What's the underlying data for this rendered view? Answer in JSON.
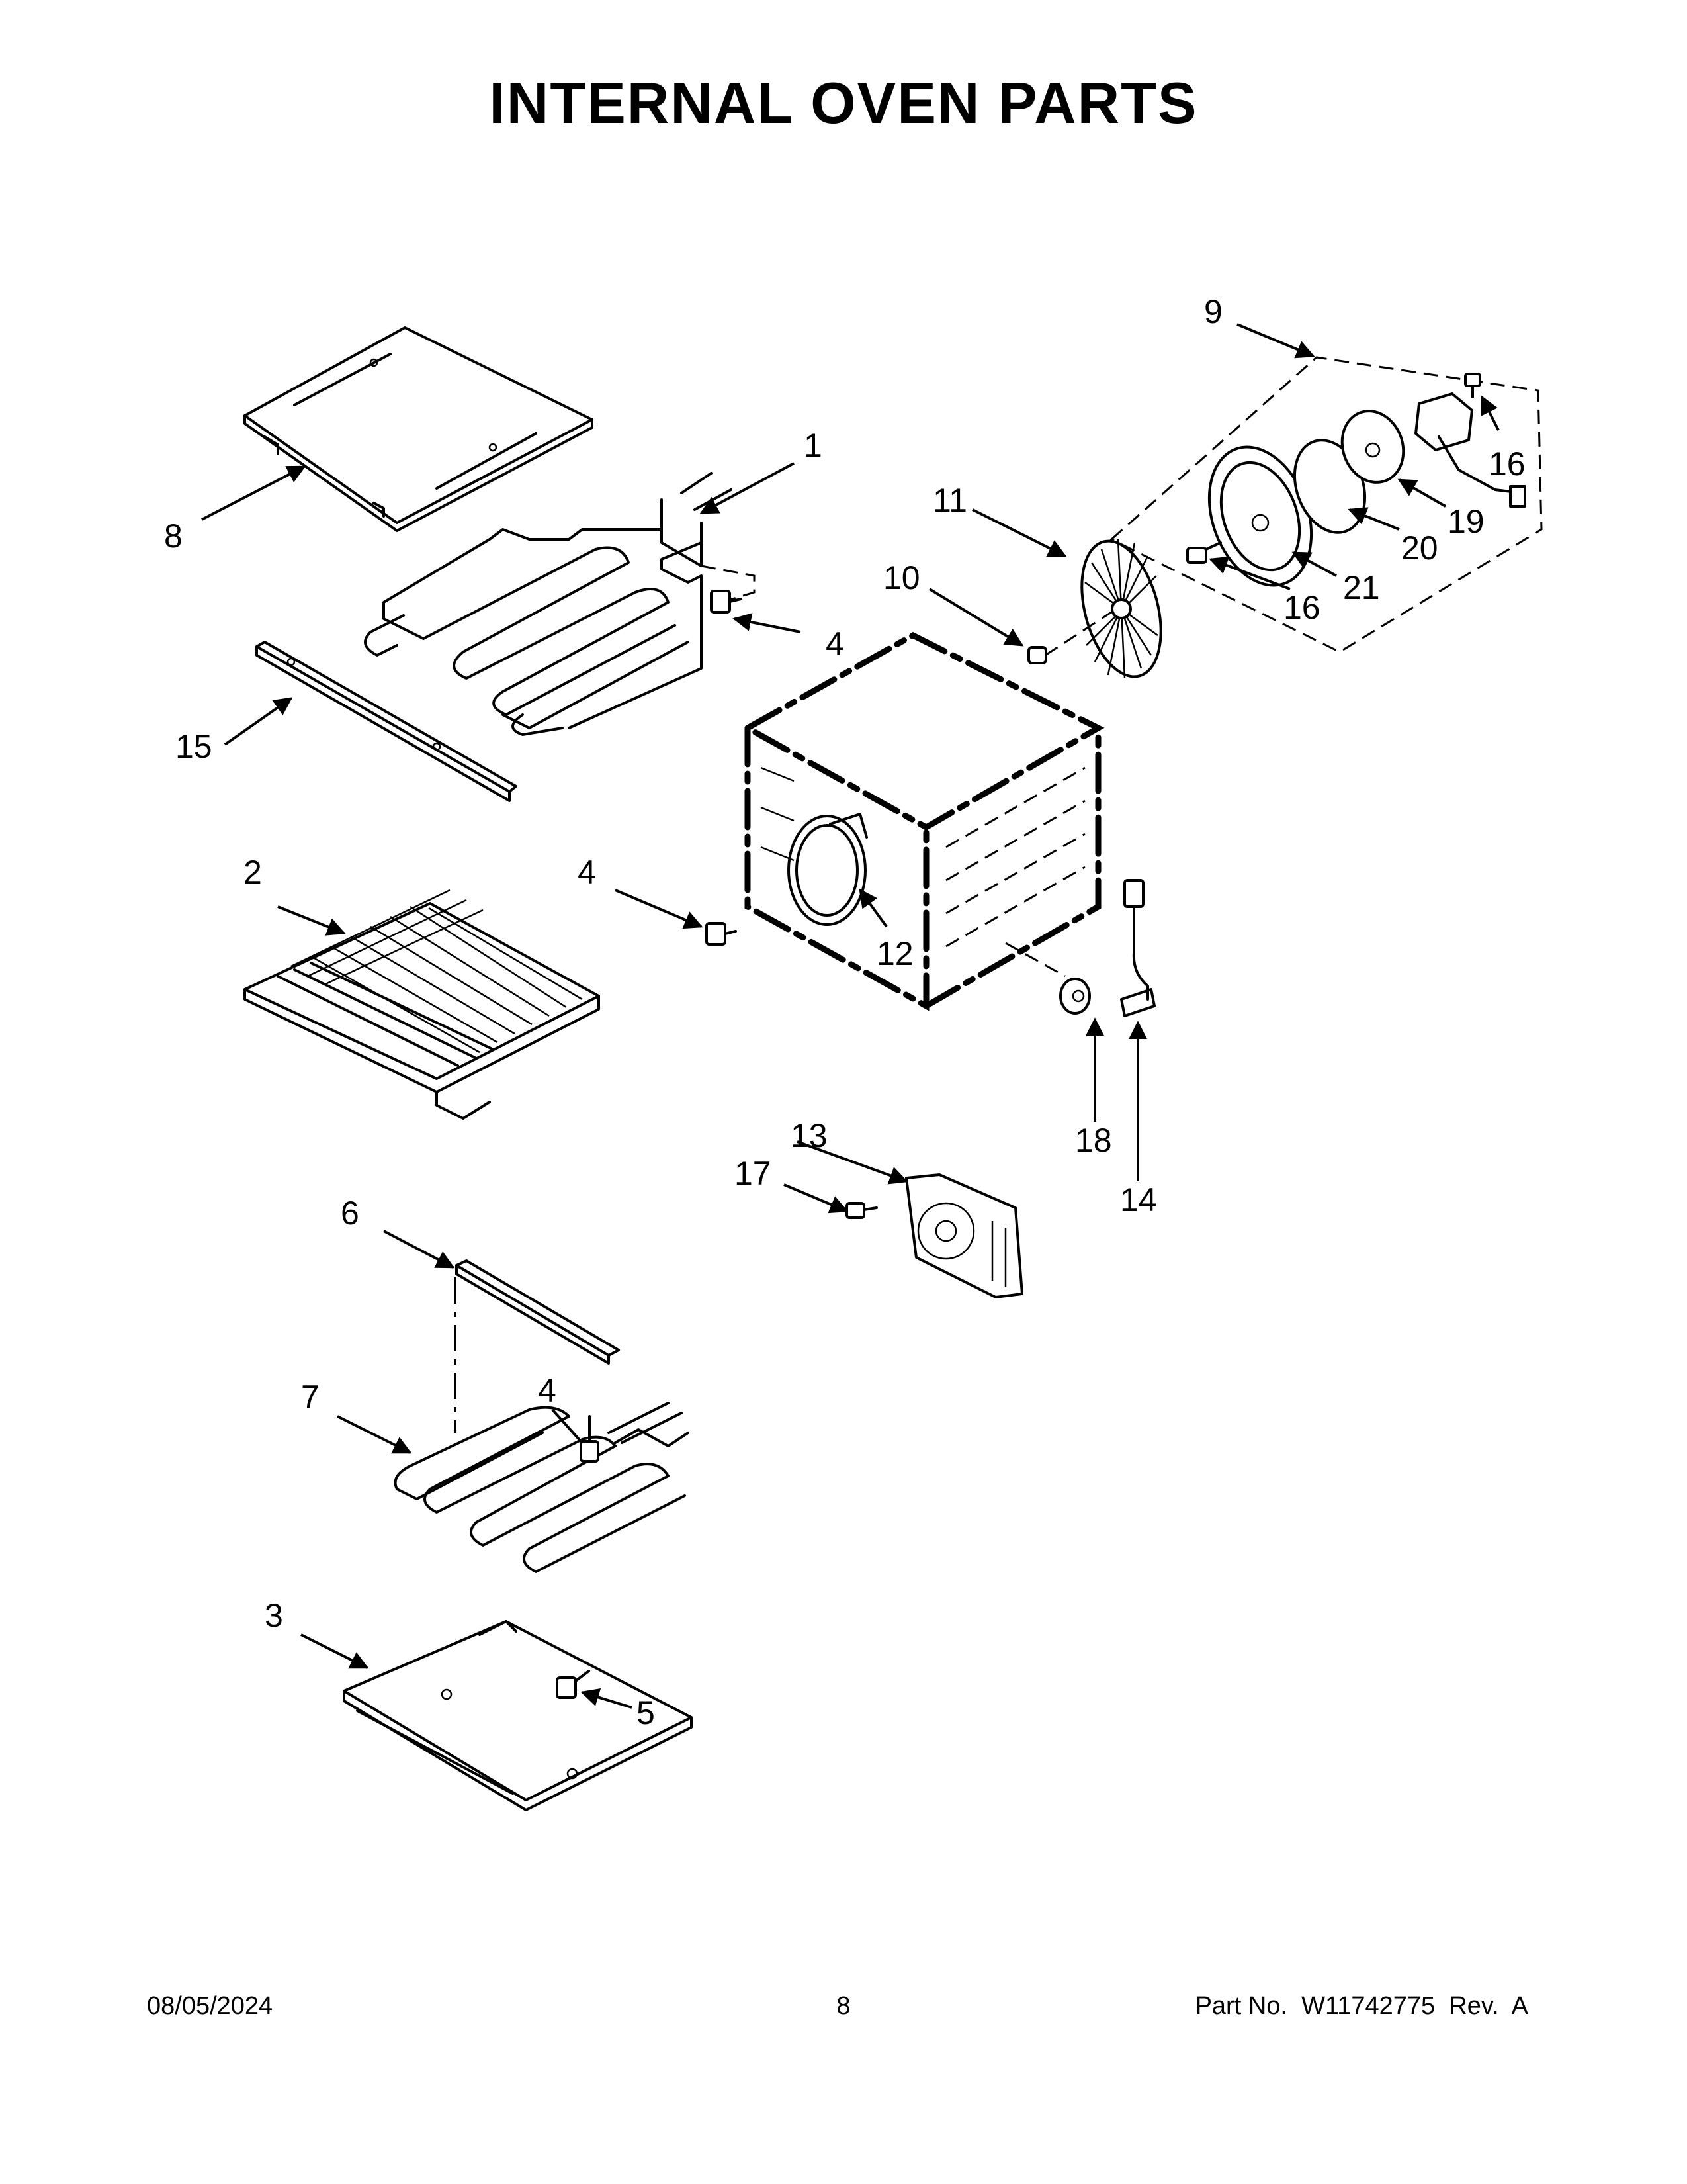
{
  "title": "INTERNAL OVEN PARTS",
  "footer": {
    "date": "08/05/2024",
    "page": "8",
    "part": "Part No.  W11742775  Rev.  A"
  },
  "callouts": {
    "c1": "1",
    "c2": "2",
    "c3": "3",
    "c4a": "4",
    "c4b": "4",
    "c4c": "4",
    "c5": "5",
    "c6": "6",
    "c7": "7",
    "c8": "8",
    "c9": "9",
    "c10": "10",
    "c11": "11",
    "c12": "12",
    "c13": "13",
    "c14": "14",
    "c15": "15",
    "c16a": "16",
    "c16b": "16",
    "c17": "17",
    "c18": "18",
    "c19": "19",
    "c20": "20",
    "c21": "21"
  }
}
